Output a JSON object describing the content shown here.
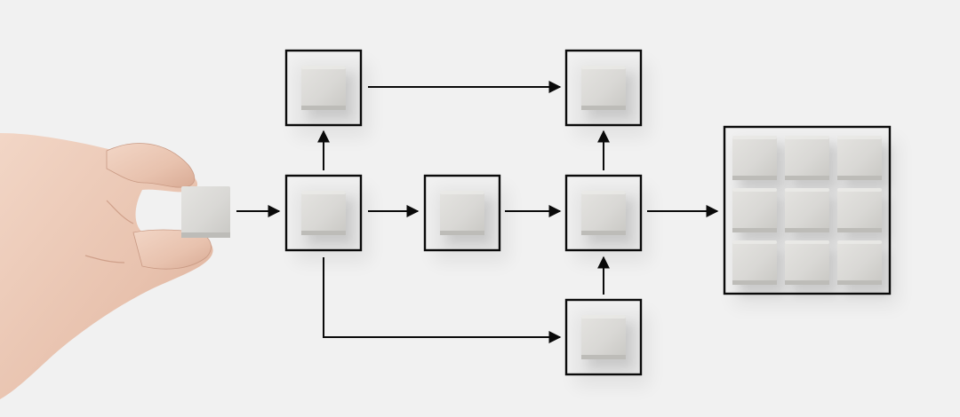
{
  "diagram": {
    "colors": {
      "background": "#f1f1f1",
      "line": "#0a0a0a",
      "block": "#dcdbd8"
    },
    "nodes": [
      {
        "id": "hand-block",
        "kind": "held-block"
      },
      {
        "id": "node-1-center",
        "kind": "framed-block"
      },
      {
        "id": "node-2-top-left",
        "kind": "framed-block"
      },
      {
        "id": "node-3-middle",
        "kind": "framed-block"
      },
      {
        "id": "node-4-top-right",
        "kind": "framed-block"
      },
      {
        "id": "node-5-center-right",
        "kind": "framed-block"
      },
      {
        "id": "node-6-bottom",
        "kind": "framed-block"
      },
      {
        "id": "result-grid",
        "kind": "block-grid",
        "rows": 3,
        "cols": 3
      }
    ],
    "edges": [
      {
        "from": "hand-block",
        "to": "node-1-center"
      },
      {
        "from": "node-1-center",
        "to": "node-2-top-left"
      },
      {
        "from": "node-1-center",
        "to": "node-3-middle"
      },
      {
        "from": "node-1-center",
        "to": "node-6-bottom"
      },
      {
        "from": "node-2-top-left",
        "to": "node-4-top-right"
      },
      {
        "from": "node-3-middle",
        "to": "node-5-center-right"
      },
      {
        "from": "node-6-bottom",
        "to": "node-5-center-right"
      },
      {
        "from": "node-5-center-right",
        "to": "node-4-top-right"
      },
      {
        "from": "node-5-center-right",
        "to": "result-grid"
      }
    ]
  }
}
